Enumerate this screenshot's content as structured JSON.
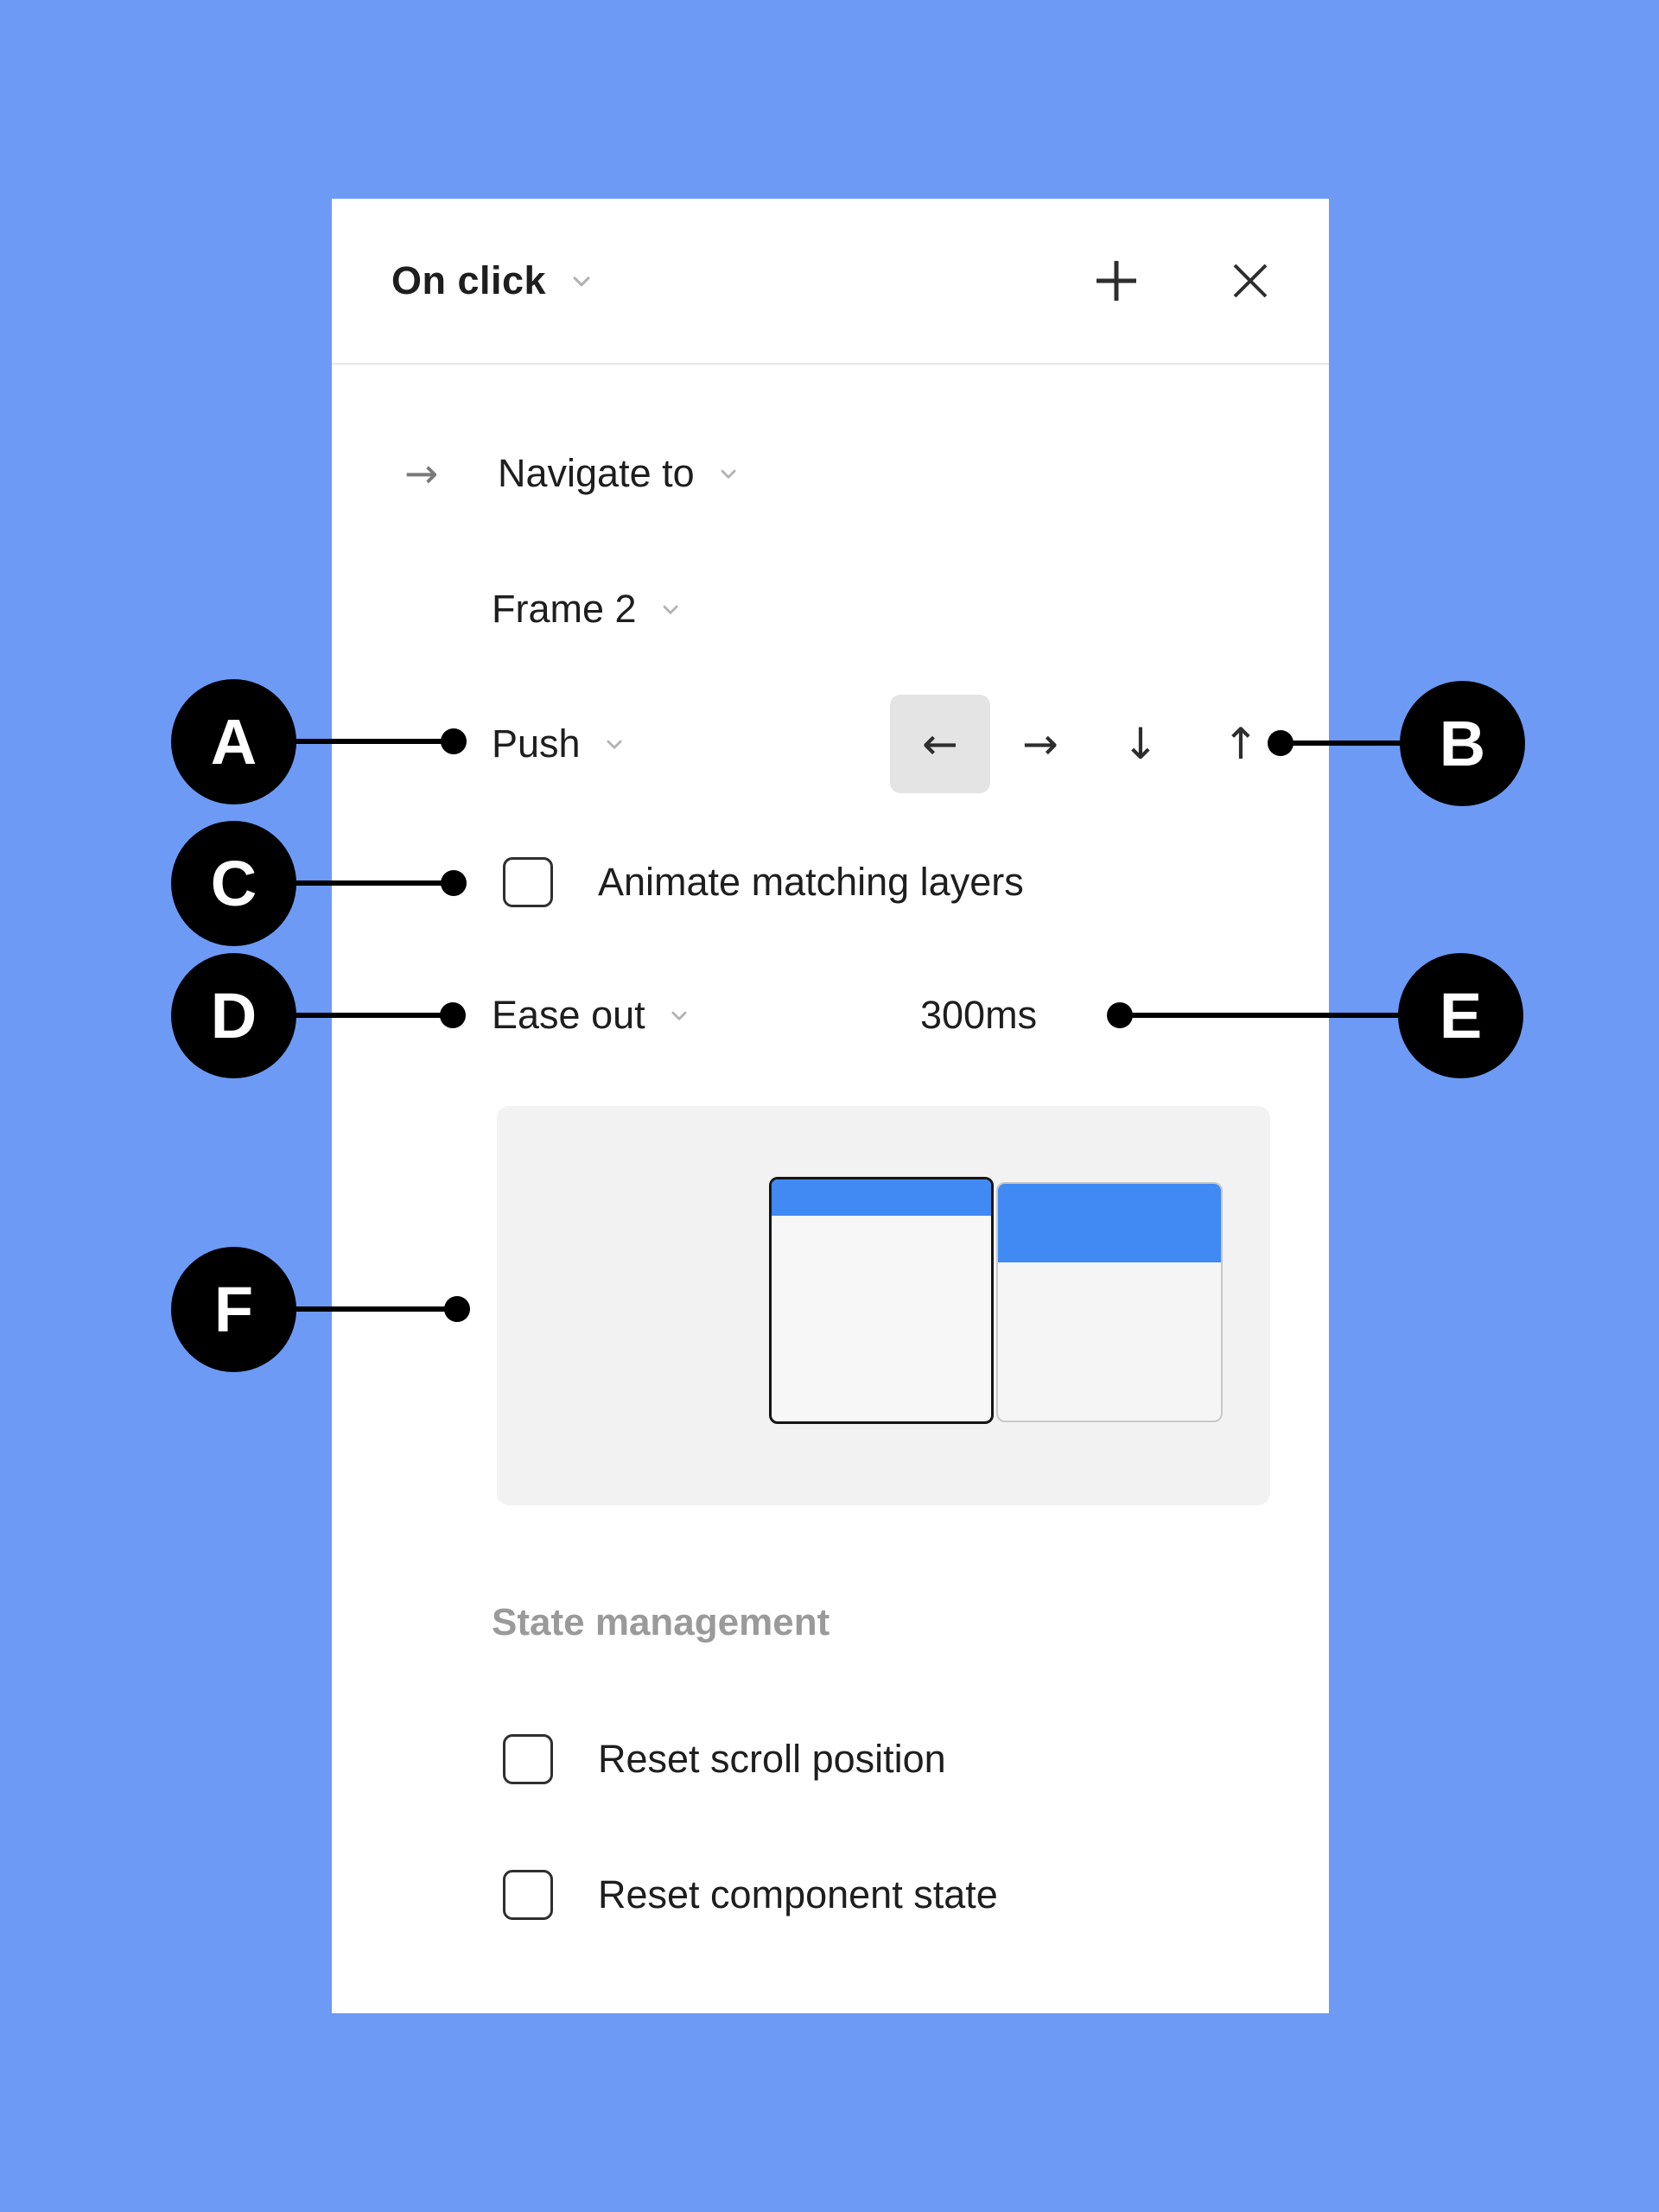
{
  "colors": {
    "background_blue": "#6c9af5",
    "panel_white": "#ffffff",
    "preview_frame_blue": "#418af3",
    "selected_toggle_gray": "#e4e4e4",
    "preview_background_gray": "#f2f2f2",
    "annotation_black": "#000000",
    "text_dark": "#1e1e1e",
    "text_muted_gray": "#9a9a9a"
  },
  "panel": {
    "header": {
      "title": "On click"
    },
    "action": {
      "icon_glyph": "→",
      "label": "Navigate to"
    },
    "destination": {
      "value": "Frame 2"
    },
    "animation": {
      "value": "Push",
      "selected_direction": "left",
      "directions": [
        {
          "name": "left",
          "glyph": "←"
        },
        {
          "name": "right",
          "glyph": "→"
        },
        {
          "name": "down",
          "glyph": "↓"
        },
        {
          "name": "up",
          "glyph": "↑"
        }
      ]
    },
    "animate_matching_layers": {
      "label": "Animate matching layers",
      "checked": false
    },
    "easing": {
      "value": "Ease out",
      "duration": "300ms"
    },
    "state_management": {
      "heading": "State management",
      "options": [
        {
          "label": "Reset scroll position",
          "checked": false
        },
        {
          "label": "Reset component state",
          "checked": false
        }
      ]
    }
  },
  "annotations": {
    "letters": [
      "A",
      "B",
      "C",
      "D",
      "E",
      "F"
    ]
  }
}
